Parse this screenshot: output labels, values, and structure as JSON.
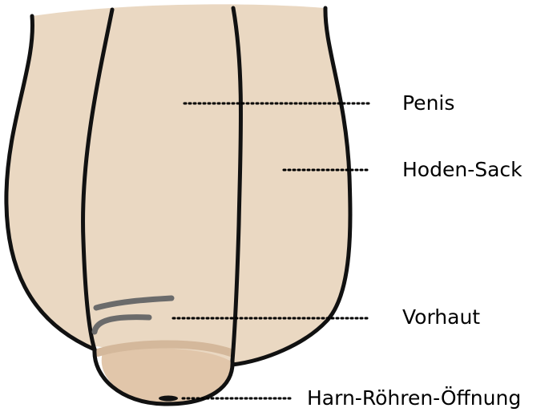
{
  "labels": {
    "penis": "Penis",
    "hoden_sack": "Hoden-Sack",
    "vorhaut": "Vorhaut",
    "harn_roehren_oeffnung": "Harn-Röhren-Öffnung"
  },
  "colors": {
    "skin": "#ead8c2",
    "glans": "#e1c6aa",
    "foreskin_edge": "#d4b89b",
    "outline": "#111111",
    "fold_marks": "#6b6b6b",
    "leader_lines": "#000000"
  }
}
